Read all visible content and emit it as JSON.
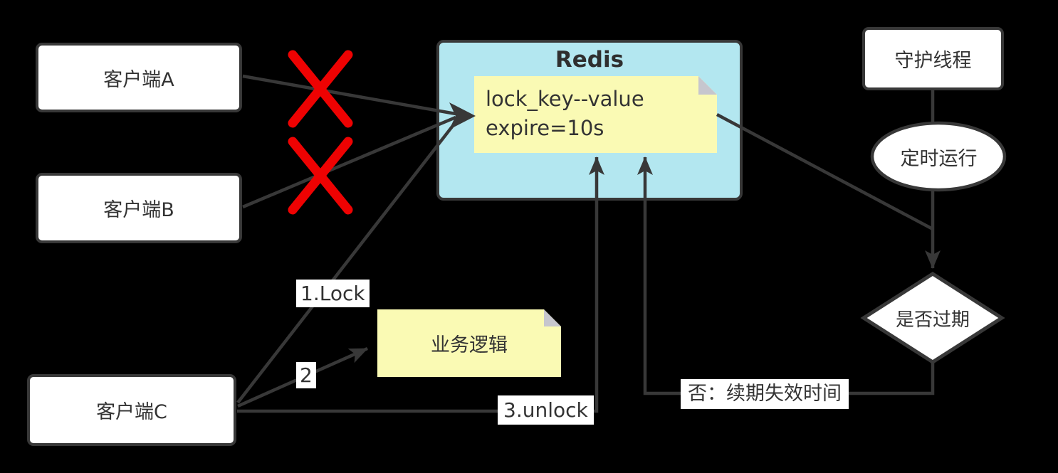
{
  "diagram": {
    "title_hint": "Redis distributed lock with watchdog renewal",
    "nodes": {
      "client_a": {
        "label": "客户端A"
      },
      "client_b": {
        "label": "客户端B"
      },
      "client_c": {
        "label": "客户端C"
      },
      "redis": {
        "title": "Redis"
      },
      "redis_note": {
        "line1": "lock_key--value",
        "line2": "expire=10s"
      },
      "business_note": {
        "label": "业务逻辑"
      },
      "daemon": {
        "label": "守护线程"
      },
      "timer": {
        "label": "定时运行"
      },
      "decision": {
        "label": "是否过期"
      }
    },
    "edge_labels": {
      "lock": "1.Lock",
      "business": "2",
      "unlock": "3.unlock",
      "renew": "否：续期失效时间"
    },
    "colors": {
      "canvas_bg": "#000000",
      "node_fill": "#ffffff",
      "node_border": "#383838",
      "redis_fill": "#b3e7f0",
      "note_fill": "#fafab4",
      "note_fold": "#c6c6ce",
      "connector": "#383838",
      "blocked_cross": "#ee0202",
      "text": "#333333"
    }
  }
}
